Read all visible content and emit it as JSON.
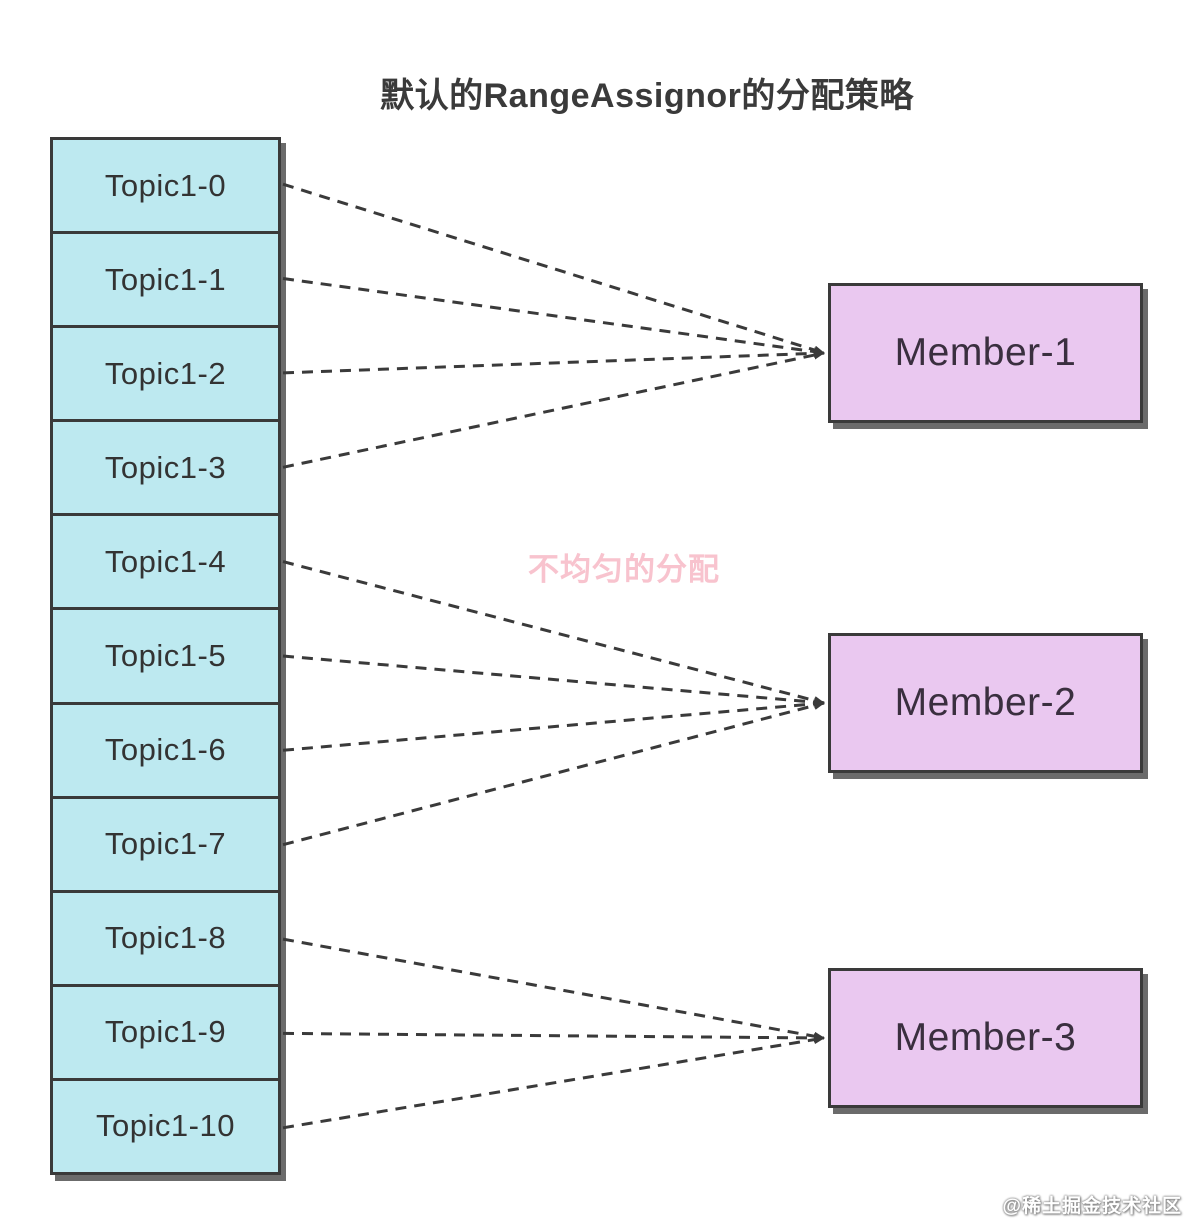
{
  "title": {
    "text": "默认的RangeAssignor的分配策略",
    "color": "#3a3a3a"
  },
  "topics": {
    "items": [
      "Topic1-0",
      "Topic1-1",
      "Topic1-2",
      "Topic1-3",
      "Topic1-4",
      "Topic1-5",
      "Topic1-6",
      "Topic1-7",
      "Topic1-8",
      "Topic1-9",
      "Topic1-10"
    ],
    "fill": "#bde9f0"
  },
  "members": {
    "items": [
      "Member-1",
      "Member-2",
      "Member-3"
    ],
    "fill": "#eac8f0"
  },
  "assignments": [
    {
      "from": "Topic1-0",
      "to": "Member-1"
    },
    {
      "from": "Topic1-1",
      "to": "Member-1"
    },
    {
      "from": "Topic1-2",
      "to": "Member-1"
    },
    {
      "from": "Topic1-3",
      "to": "Member-1"
    },
    {
      "from": "Topic1-4",
      "to": "Member-2"
    },
    {
      "from": "Topic1-5",
      "to": "Member-2"
    },
    {
      "from": "Topic1-6",
      "to": "Member-2"
    },
    {
      "from": "Topic1-7",
      "to": "Member-2"
    },
    {
      "from": "Topic1-8",
      "to": "Member-3"
    },
    {
      "from": "Topic1-9",
      "to": "Member-3"
    },
    {
      "from": "Topic1-10",
      "to": "Member-3"
    }
  ],
  "annotation": {
    "text": "不均匀的分配",
    "color": "#f8c3ce"
  },
  "watermark": {
    "text": "@稀土掘金技术社区"
  },
  "colors": {
    "background": "#ffffff",
    "border": "#3a3a3a",
    "line": "#3a3a3a",
    "topic_fill": "#bde9f0",
    "member_fill": "#eac8f0",
    "label_text": "#333333",
    "title_text": "#3a3a3a",
    "annotation_text": "#f8c3ce"
  }
}
